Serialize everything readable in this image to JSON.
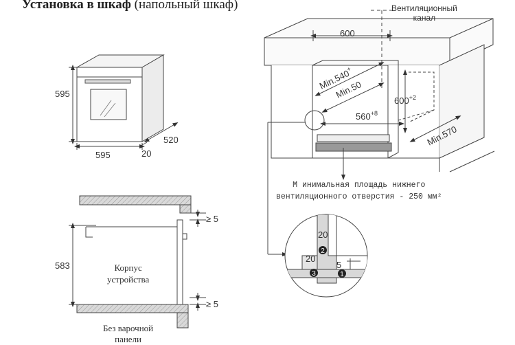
{
  "title": {
    "bold": "Установка в шкаф",
    "normal": "(напольный шкаф)"
  },
  "oven_view": {
    "height": "595",
    "width": "595",
    "depth": "520",
    "door": "20"
  },
  "cabinet": {
    "width": "600",
    "min_540": "Min.540",
    "min_540_sup": "+",
    "min_50": "Min.50",
    "height_600": "600",
    "height_600_sup": "+2",
    "width_560": "560",
    "width_560_sup": "+8",
    "min_570": "Min.570",
    "vent_channel_line1": "Вентиляционный",
    "vent_channel_line2": "канал",
    "vent_note_line1": "М инимальная площадь нижнего",
    "vent_note_line2": "вентиляционного отверстия - 250 мм²"
  },
  "section": {
    "height": "583",
    "gap_top": "≥ 5",
    "gap_bottom": "≥ 5",
    "body_line1": "Корпус",
    "body_line2": "устройства",
    "no_hob_line1": "Без варочной",
    "no_hob_line2": "панели"
  },
  "detail": {
    "dim_20_vertical": "20",
    "dim_20_horizontal": "20",
    "dim_5": "5",
    "marker_1": "1",
    "marker_2": "2",
    "marker_3": "3"
  }
}
